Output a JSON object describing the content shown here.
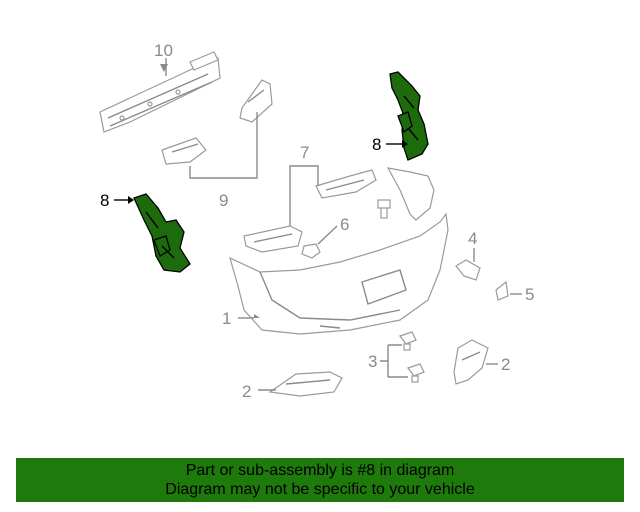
{
  "highlight_color": "#1e6b0d",
  "banner": {
    "background": "#1e7a0a",
    "line1": "Part or sub-assembly is #8 in diagram",
    "line2": "Diagram may not be specific to your vehicle"
  },
  "callouts": {
    "c1": "1",
    "c2a": "2",
    "c2b": "2",
    "c3": "3",
    "c4": "4",
    "c5": "5",
    "c6": "6",
    "c7": "7",
    "c8a": "8",
    "c8b": "8",
    "c9": "9",
    "c10": "10"
  }
}
